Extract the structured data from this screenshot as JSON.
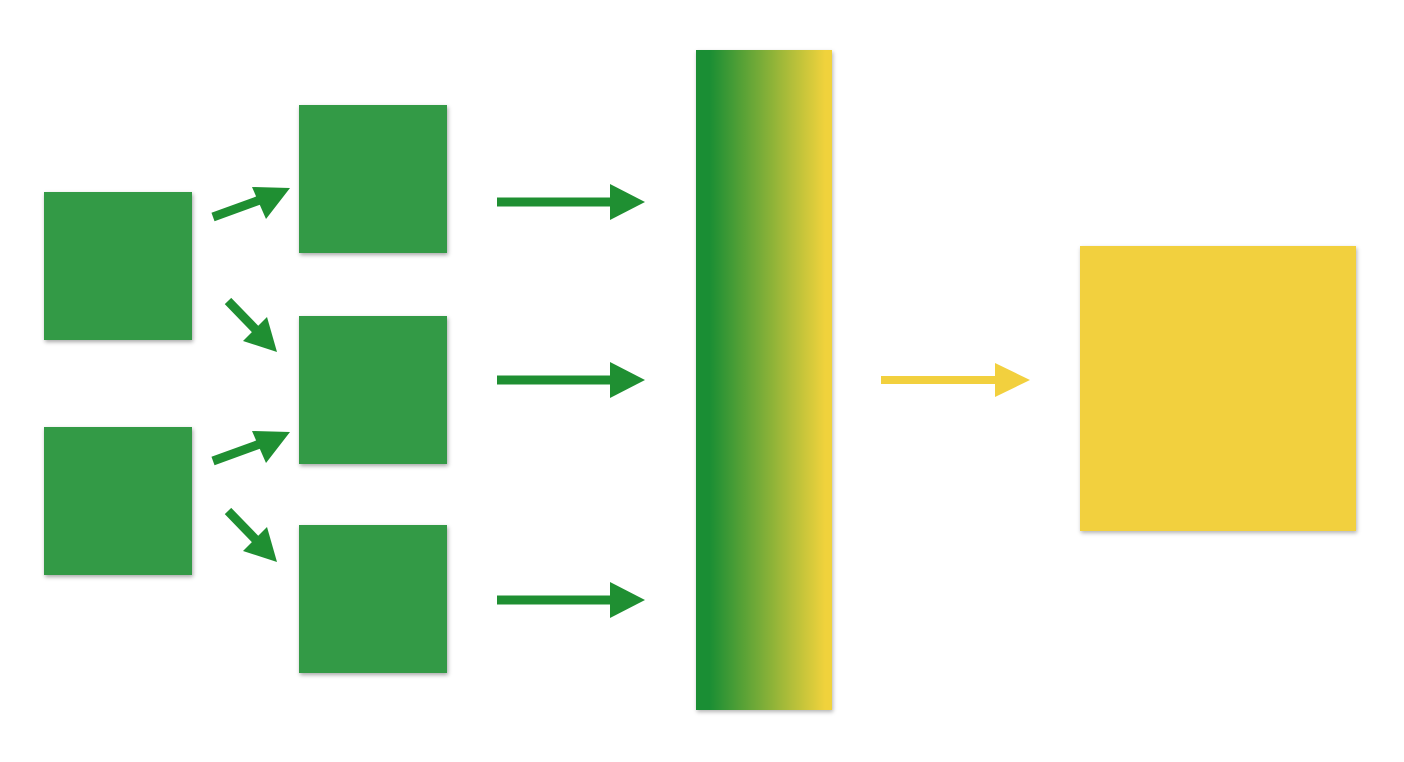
{
  "colors": {
    "green": "#339a46",
    "arrow_green": "#1f8f32",
    "yellow": "#f2d03e",
    "gradient_start": "#1a8e34",
    "gradient_end": "#f0d23c"
  },
  "nodes": {
    "inputs": [
      "input-square-1",
      "input-square-2"
    ],
    "hidden": [
      "hidden-square-1",
      "hidden-square-2",
      "hidden-square-3"
    ],
    "aggregator": "gradient-bar",
    "output": "output-square"
  }
}
